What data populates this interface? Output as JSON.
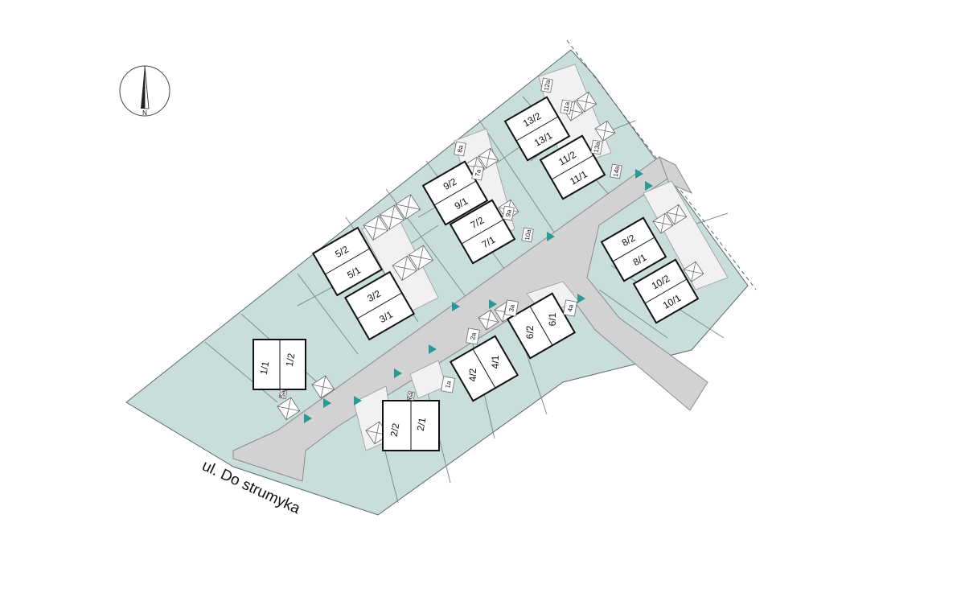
{
  "street_name": "ul. Do strumyka",
  "north_label": "N",
  "colors": {
    "plot": "#c9dedb",
    "road": "#d2d2d2",
    "line": "#5a6a68",
    "arrow": "#2a9a98",
    "building": "#ffffff"
  },
  "units": [
    {
      "a": "1/1",
      "b": "1/2"
    },
    {
      "a": "2/2",
      "b": "2/1"
    },
    {
      "a": "5/2",
      "b": "5/1"
    },
    {
      "a": "3/2",
      "b": "3/1"
    },
    {
      "a": "9/2",
      "b": "9/1"
    },
    {
      "a": "7/2",
      "b": "7/1"
    },
    {
      "a": "13/2",
      "b": "13/1"
    },
    {
      "a": "11/2",
      "b": "11/1"
    },
    {
      "a": "4/2",
      "b": "4/1"
    },
    {
      "a": "6/2",
      "b": "6/1"
    },
    {
      "a": "8/2",
      "b": "8/1"
    },
    {
      "a": "10/2",
      "b": "10/1"
    }
  ],
  "parking": [
    "1a",
    "2a",
    "3a",
    "4a",
    "5a",
    "6a",
    "7a",
    "8a",
    "9a",
    "10a",
    "11a",
    "12a",
    "13a",
    "14a"
  ]
}
